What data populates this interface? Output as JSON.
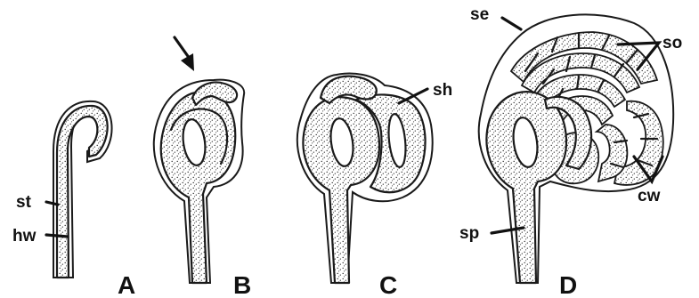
{
  "panels": [
    "A",
    "B",
    "C",
    "D"
  ],
  "labels": {
    "st": "st",
    "hw": "hw",
    "sh": "sh",
    "se": "se",
    "so": "so",
    "cw": "cw",
    "sp": "sp"
  }
}
